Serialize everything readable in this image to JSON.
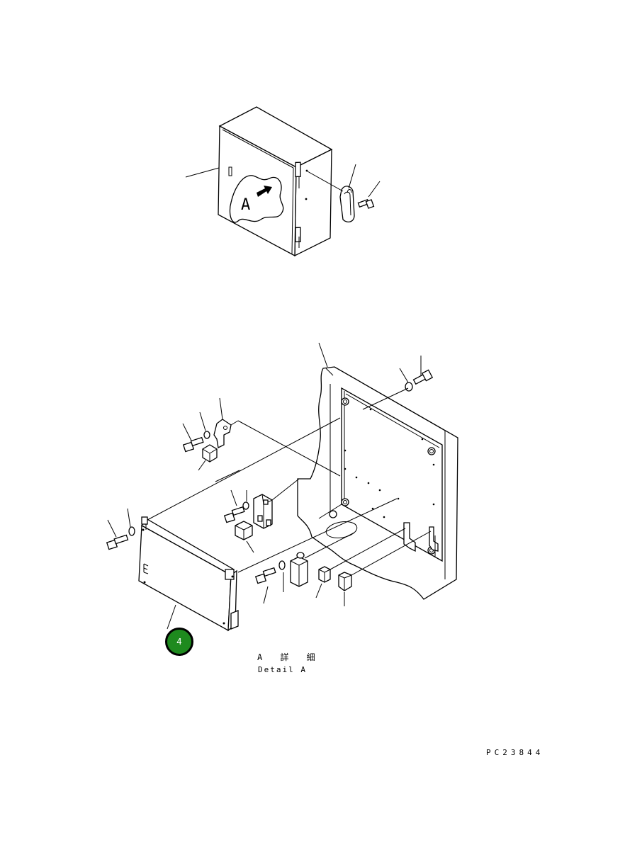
{
  "detail_marker": "A",
  "detail_title_jp": "A 詳 細",
  "detail_title_en": "Detail A",
  "drawing_number": "PC23844",
  "callouts": [
    {
      "number": "4",
      "color": "#1e8a1e"
    }
  ]
}
